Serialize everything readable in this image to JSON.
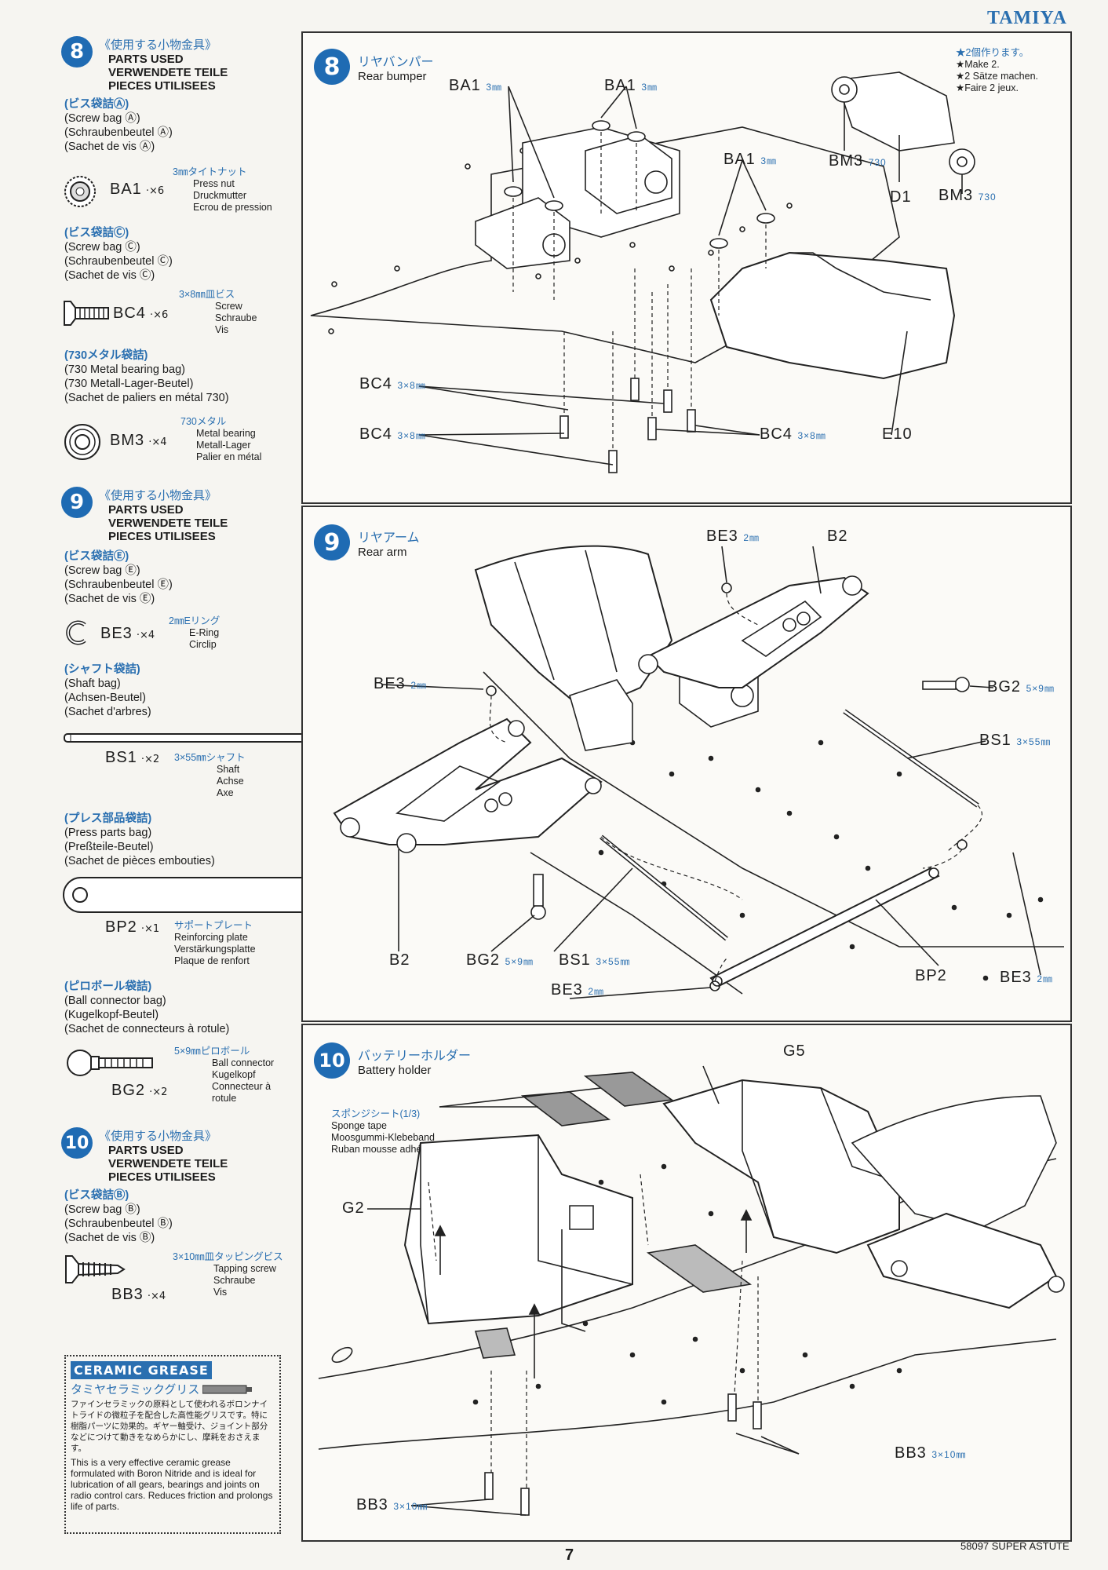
{
  "brand": "TAMIYA",
  "page_number": "7",
  "footer_model": "58097 SUPER ASTUTE",
  "sidebar": {
    "s8": {
      "num": "8",
      "jp": "《使用する小物金具》",
      "l1": "PARTS USED",
      "l2": "VERWENDETE TEILE",
      "l3": "PIECES UTILISEES",
      "bagA": {
        "title": "(ビス袋詰Ⓐ)",
        "en": "(Screw bag Ⓐ)",
        "de": "(Schraubenbeutel Ⓐ)",
        "fr": "(Sachet de vis Ⓐ)"
      },
      "ba1": {
        "code": "BA1",
        "qty": "·×6",
        "jp": "3㎜タイトナット",
        "en": "Press nut",
        "de": "Druckmutter",
        "fr": "Ecrou de pression"
      },
      "bagC": {
        "title": "(ビス袋詰Ⓒ)",
        "en": "(Screw bag Ⓒ)",
        "de": "(Schraubenbeutel Ⓒ)",
        "fr": "(Sachet de vis Ⓒ)"
      },
      "bc4": {
        "code": "BC4",
        "qty": "·×6",
        "jp": "3×8㎜皿ビス",
        "en": "Screw",
        "de": "Schraube",
        "fr": "Vis"
      },
      "bag730": {
        "title": "(730メタル袋詰)",
        "en": "(730 Metal bearing bag)",
        "de": "(730 Metall-Lager-Beutel)",
        "fr": "(Sachet de paliers en métal 730)"
      },
      "bm3": {
        "code": "BM3",
        "qty": "·×4",
        "jp": "730メタル",
        "en": "Metal bearing",
        "de": "Metall-Lager",
        "fr": "Palier en métal"
      }
    },
    "s9": {
      "num": "9",
      "jp": "《使用する小物金具》",
      "l1": "PARTS USED",
      "l2": "VERWENDETE TEILE",
      "l3": "PIECES UTILISEES",
      "bagE": {
        "title": "(ビス袋詰Ⓔ)",
        "en": "(Screw bag Ⓔ)",
        "de": "(Schraubenbeutel Ⓔ)",
        "fr": "(Sachet de vis Ⓔ)"
      },
      "be3": {
        "code": "BE3",
        "qty": "·×4",
        "jp": "2㎜Eリング",
        "en": "E-Ring",
        "de": "Circlip"
      },
      "bagShaft": {
        "title": "(シャフト袋詰)",
        "en": "(Shaft bag)",
        "de": "(Achsen-Beutel)",
        "fr": "(Sachet d'arbres)"
      },
      "bs1": {
        "code": "BS1",
        "qty": "·×2",
        "jp": "3×55㎜シャフト",
        "en": "Shaft",
        "de": "Achse",
        "fr": "Axe"
      },
      "bagPress": {
        "title": "(プレス部品袋詰)",
        "en": "(Press parts bag)",
        "de": "(Preßteile-Beutel)",
        "fr": "(Sachet de pièces embouties)"
      },
      "bp2": {
        "code": "BP2",
        "qty": "·×1",
        "jp": "サポートプレート",
        "en": "Reinforcing plate",
        "de": "Verstärkungsplatte",
        "fr": "Plaque de renfort"
      },
      "bagBall": {
        "title": "(ピロボール袋詰)",
        "en": "(Ball connector bag)",
        "de": "(Kugelkopf-Beutel)",
        "fr": "(Sachet de connecteurs à rotule)"
      },
      "bg2": {
        "code": "BG2",
        "qty": "·×2",
        "jp": "5×9㎜ピロボール",
        "en": "Ball connector",
        "de": "Kugelkopf",
        "fr1": "Connecteur à",
        "fr2": "rotule"
      }
    },
    "s10": {
      "num": "10",
      "jp": "《使用する小物金具》",
      "l1": "PARTS USED",
      "l2": "VERWENDETE TEILE",
      "l3": "PIECES UTILISEES",
      "bagB": {
        "title": "(ビス袋詰Ⓑ)",
        "en": "(Screw bag Ⓑ)",
        "de": "(Schraubenbeutel Ⓑ)",
        "fr": "(Sachet de vis Ⓑ)"
      },
      "bb3": {
        "code": "BB3",
        "qty": "·×4",
        "jp": "3×10㎜皿タッピングビス",
        "en": "Tapping screw",
        "de": "Schraube",
        "fr": "Vis"
      }
    },
    "grease": {
      "title": "CERAMIC GREASE",
      "jp_title": "タミヤセラミックグリス",
      "jp_body": "ファインセラミックの原料として使われるボロンナイトライドの微粒子を配合した高性能グリスです。特に樹脂パーツに効果的。ギヤー軸受け、ジョイント部分などにつけて動きをなめらかにし、摩耗をおさえます。",
      "en_body": "This is a very effective ceramic grease formulated with Boron Nitride and is ideal for lubrication of all gears, bearings and joints on radio control cars. Reduces friction and prolongs life of parts."
    }
  },
  "panels": {
    "p8": {
      "num": "8",
      "jp": "リヤバンパー",
      "en": "Rear bumper",
      "note": {
        "jp": "★2個作ります。",
        "en": "★Make 2.",
        "de": "★2 Sätze machen.",
        "fr": "★Faire 2 jeux."
      },
      "labels": {
        "ba1": "BA1",
        "mm3": "3㎜",
        "bm3": "BM3",
        "n730": "730",
        "d1": "D1",
        "bc4": "BC4",
        "mm38": "3×8㎜",
        "e10": "E10"
      }
    },
    "p9": {
      "num": "9",
      "jp": "リヤアーム",
      "en": "Rear arm",
      "labels": {
        "be3": "BE3",
        "mm2": "2㎜",
        "b2": "B2",
        "bg2": "BG2",
        "mm59": "5×9㎜",
        "bs1": "BS1",
        "mm355": "3×55㎜",
        "bp2": "BP2"
      }
    },
    "p10": {
      "num": "10",
      "jp": "バッテリーホルダー",
      "en": "Battery holder",
      "sponge": {
        "jp": "スポンジシート(1/3)",
        "en": "Sponge tape",
        "de": "Moosgummi-Klebeband",
        "fr": "Ruban mousse adhésif"
      },
      "labels": {
        "g5": "G5",
        "g2": "G2",
        "bb3": "BB3",
        "mm310": "3×10㎜"
      }
    }
  }
}
